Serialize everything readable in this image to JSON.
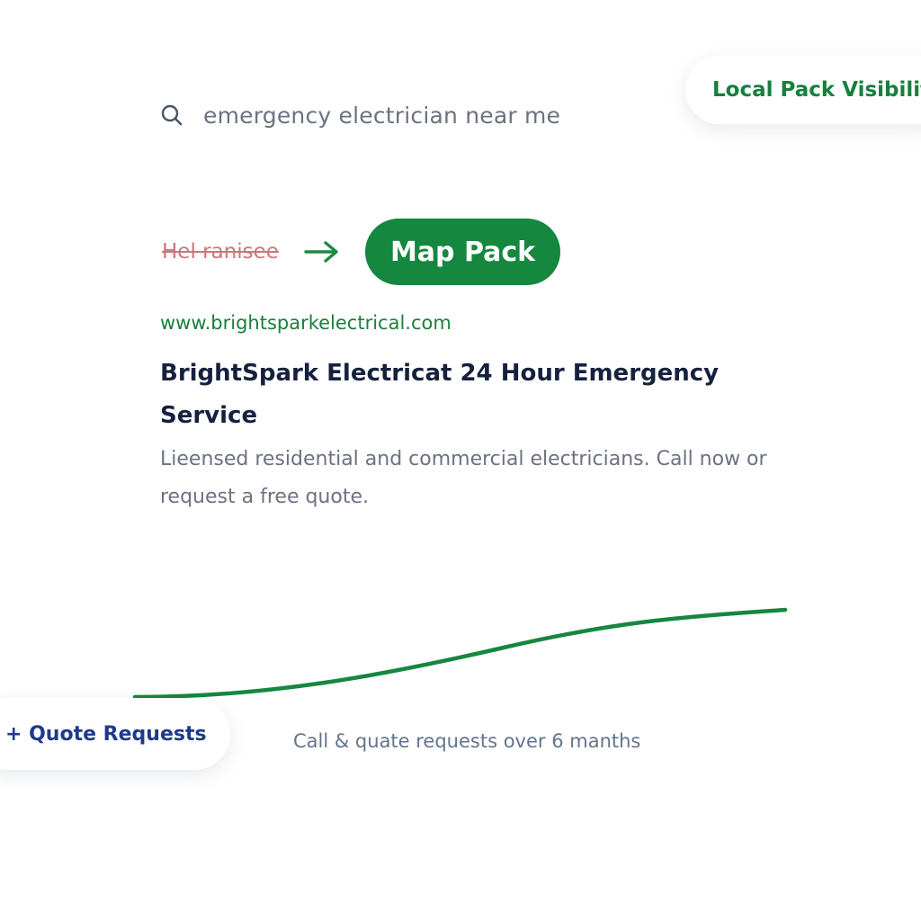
{
  "search": {
    "icon": "search-icon",
    "query": "emergency electrician near me"
  },
  "badges": {
    "local_pack": "Local Pack Visibilit",
    "quote_requests": "+ Quote Requests"
  },
  "transform": {
    "old_label": "Hel ranisee",
    "arrow_icon": "arrow-right-icon",
    "new_label": "Map Pack"
  },
  "result": {
    "url": "www.brightsparkelectrical.com",
    "title": "BrightSpark Electricat  24 Hour Emergency Service",
    "snippet": "Lieensed residential and commercial electricians. Call now or request a free quote."
  },
  "chart": {
    "caption": "Call & quate requests over 6 manths"
  },
  "colors": {
    "brand_green": "#15873f",
    "url_green": "#1a7f3c",
    "title_navy": "#16213e",
    "quote_blue": "#1e3a8a",
    "old_red": "#c9787a"
  }
}
